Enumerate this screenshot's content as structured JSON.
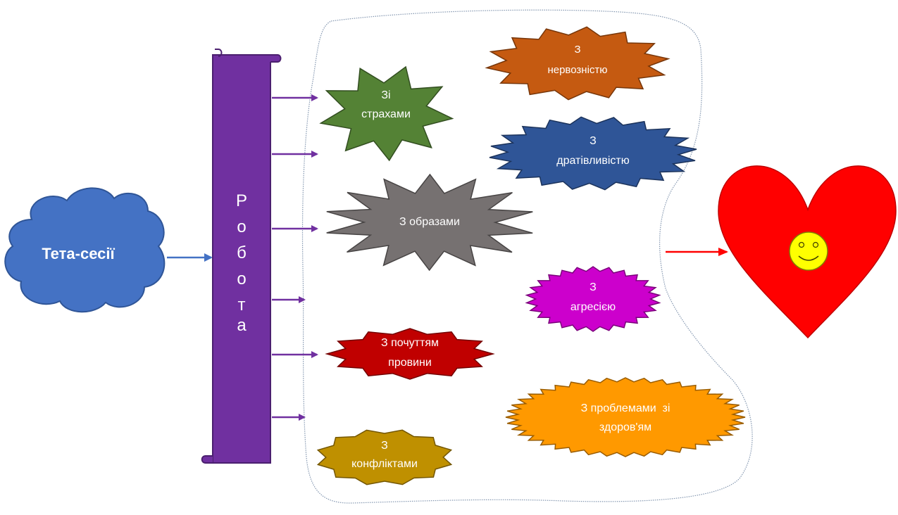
{
  "source": {
    "label": "Тета-сесії",
    "color": "#4472C4",
    "text_color": "#FFFFFF"
  },
  "scroll": {
    "letters": [
      "Р",
      "о",
      "б",
      "о",
      "т",
      "а"
    ],
    "color": "#7030A0",
    "text_color": "#FFFFFF"
  },
  "arrow_color": "#7030A0",
  "source_arrow_color": "#4472C4",
  "result_arrow_color": "#FF0000",
  "issues": [
    {
      "id": "fears",
      "lines": [
        "Зі",
        "страхами"
      ],
      "color": "#548235"
    },
    {
      "id": "nervous",
      "lines": [
        "З",
        "нервозністю"
      ],
      "color": "#C55A11"
    },
    {
      "id": "irritable",
      "lines": [
        "З",
        "дратівливістю"
      ],
      "color": "#2F5597"
    },
    {
      "id": "images",
      "lines": [
        "З образами"
      ],
      "color": "#767171"
    },
    {
      "id": "aggression",
      "lines": [
        "З",
        "агресією"
      ],
      "color": "#CC00CC"
    },
    {
      "id": "guilt",
      "lines": [
        "З почуттям",
        "провини"
      ],
      "color": "#C00000"
    },
    {
      "id": "health",
      "lines": [
        "З проблемами  зі",
        "здоров'ям"
      ],
      "color": "#FF9900"
    },
    {
      "id": "conflicts",
      "lines": [
        "З",
        "конфліктами"
      ],
      "color": "#BF9000"
    }
  ],
  "result": {
    "heart_color": "#FF0000",
    "smiley_color": "#FFFF00",
    "icon": "smiley-heart-icon"
  }
}
